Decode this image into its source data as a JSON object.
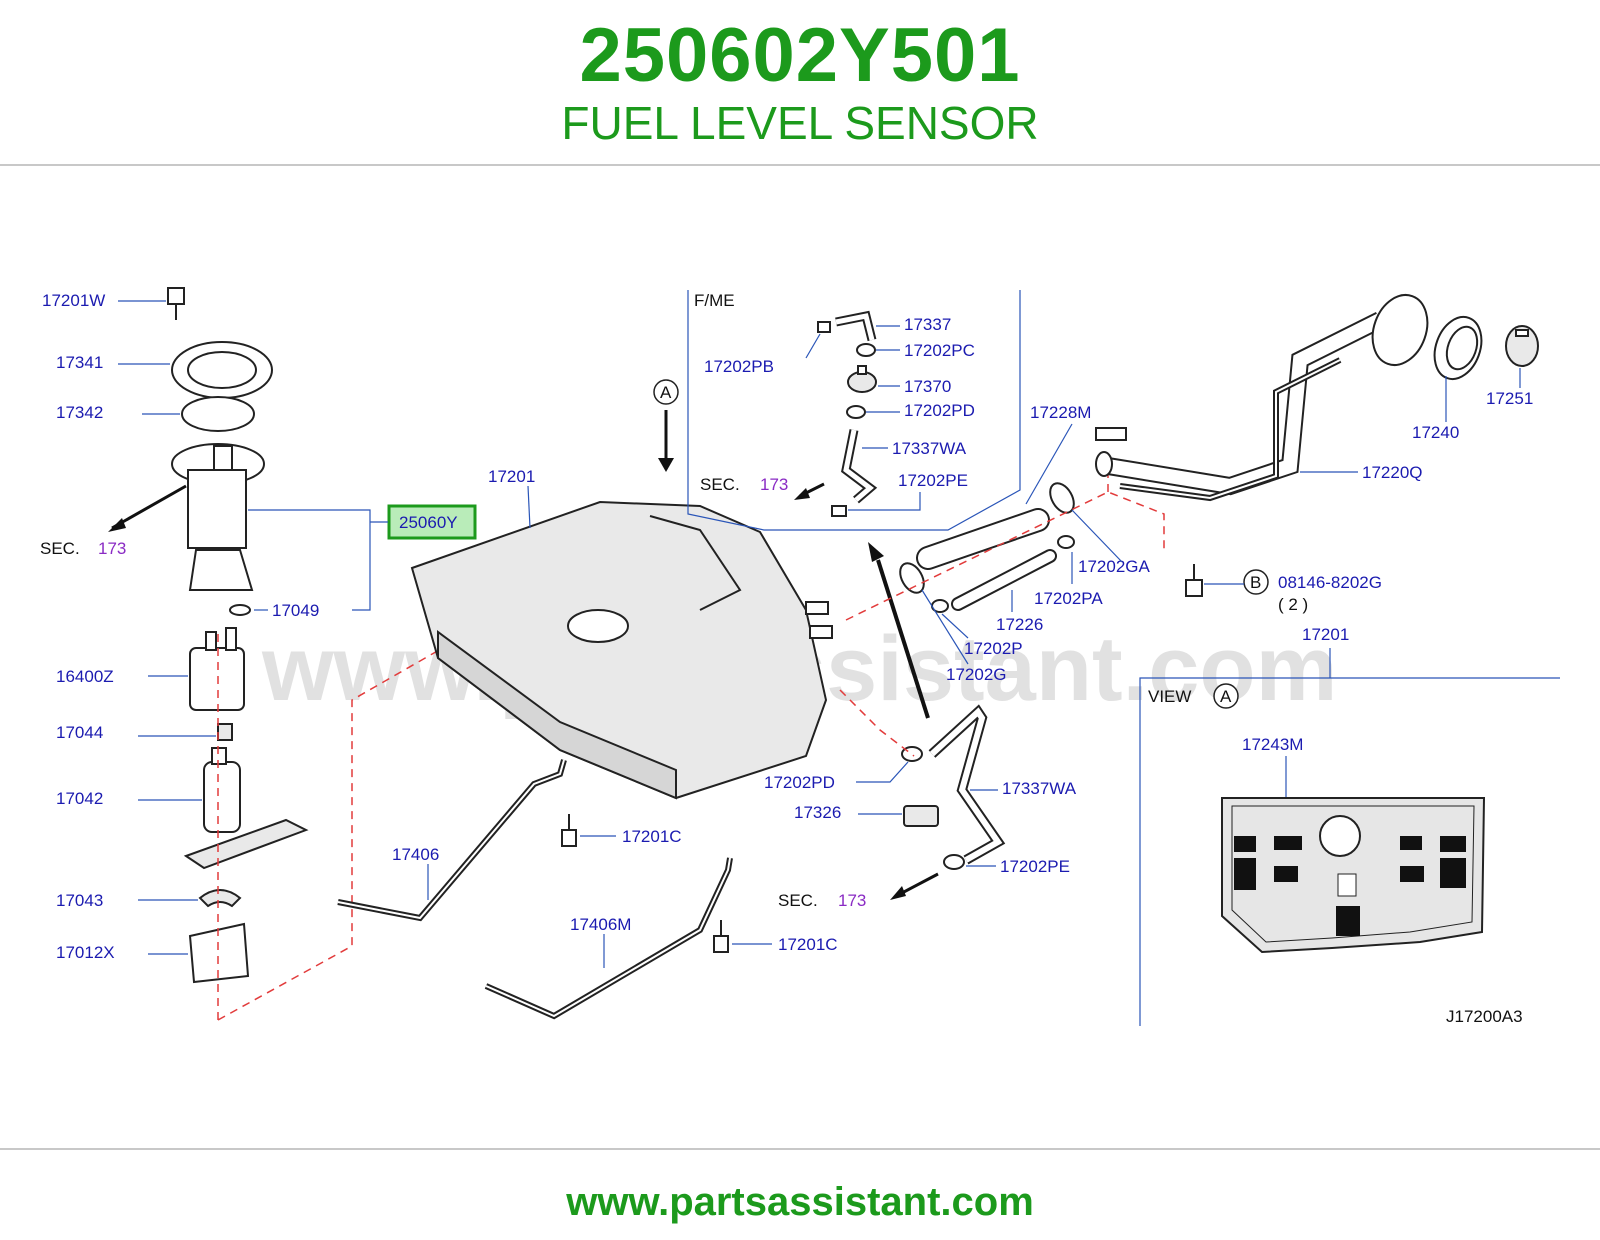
{
  "header": {
    "part_number": "250602Y501",
    "part_name": "FUEL LEVEL SENSOR"
  },
  "footer": {
    "url": "www.partsassistant.com"
  },
  "diagram": {
    "watermark": "www.partsassistant.com",
    "highlight_color": "#1c9a1c",
    "label_color": "#1b1bb0",
    "section_ref_color": "#8a2bc4",
    "labels": {
      "l17201w": "17201W",
      "l17341": "17341",
      "l17342": "17342",
      "l25060y": "25060Y",
      "l17049": "17049",
      "l16400z": "16400Z",
      "l17044": "17044",
      "l17042": "17042",
      "l17043": "17043",
      "l17012x": "17012X",
      "l17201": "17201",
      "l17201c_a": "17201C",
      "l17406": "17406",
      "l17406m": "17406M",
      "l17201c_b": "17201C",
      "fme": "F/ME",
      "l17337": "17337",
      "l17202pb": "17202PB",
      "l17202pc": "17202PC",
      "l17370": "17370",
      "l17202pd_a": "17202PD",
      "l17337wa_a": "17337WA",
      "l17202pe_a": "17202PE",
      "l17228m": "17228M",
      "l17202ga": "17202GA",
      "l17202pa": "17202PA",
      "l17226": "17226",
      "l17202p": "17202P",
      "l17202g": "17202G",
      "l17202pd_b": "17202PD",
      "l17326": "17326",
      "l17337wa_b": "17337WA",
      "l17202pe_b": "17202PE",
      "l17220q": "17220Q",
      "l17240": "17240",
      "l17251": "17251",
      "l08146": "08146-8202G",
      "qty": "( 2 )",
      "l17201_view": "17201",
      "l17243m": "17243M",
      "drawing_code": "J17200A3",
      "sec": "SEC.",
      "sec_num": "173",
      "view": "VIEW",
      "marker_a": "A",
      "marker_b": "B"
    }
  }
}
